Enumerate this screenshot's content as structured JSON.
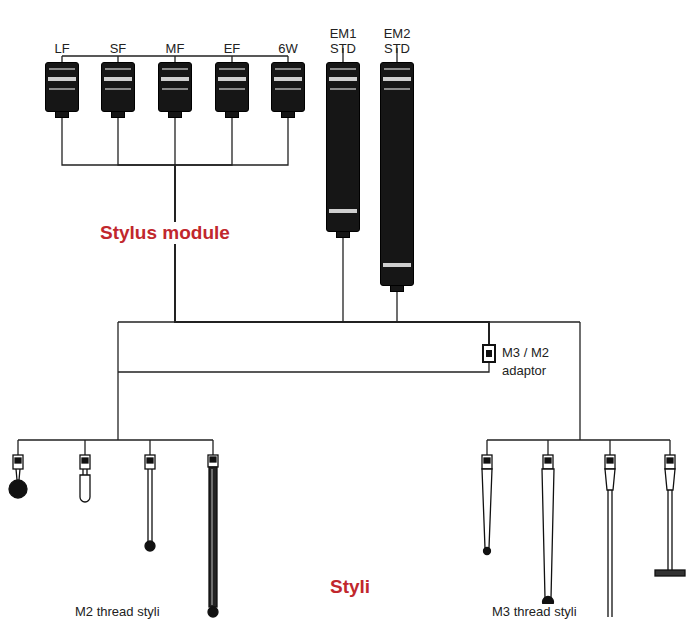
{
  "diagram": {
    "nodes": [
      {
        "text": [
          "LF"
        ]
      },
      {
        "text": [
          "SF"
        ]
      },
      {
        "text": [
          "MF"
        ]
      },
      {
        "text": [
          "EF"
        ]
      },
      {
        "text": [
          "6W"
        ]
      },
      {
        "text": [
          "EM1 STD"
        ]
      },
      {
        "text": [
          "EM2 STD"
        ]
      },
      {
        "text": [
          "M3 / M2 adaptor"
        ]
      }
    ],
    "edges": [
      {
        "from": 0,
        "to": 7,
        "arrow": "none"
      },
      {
        "from": 1,
        "to": 7,
        "arrow": "none"
      },
      {
        "from": 2,
        "to": 7,
        "arrow": "none"
      },
      {
        "from": 3,
        "to": 7,
        "arrow": "none"
      },
      {
        "from": 4,
        "to": 7,
        "arrow": "none"
      },
      {
        "from": 5,
        "to": 7,
        "arrow": "none"
      },
      {
        "from": 6,
        "to": 7,
        "arrow": "none"
      }
    ],
    "labels": [
      "Stylus module",
      "Styli",
      "M2 thread styli",
      "M3 thread styli"
    ]
  }
}
